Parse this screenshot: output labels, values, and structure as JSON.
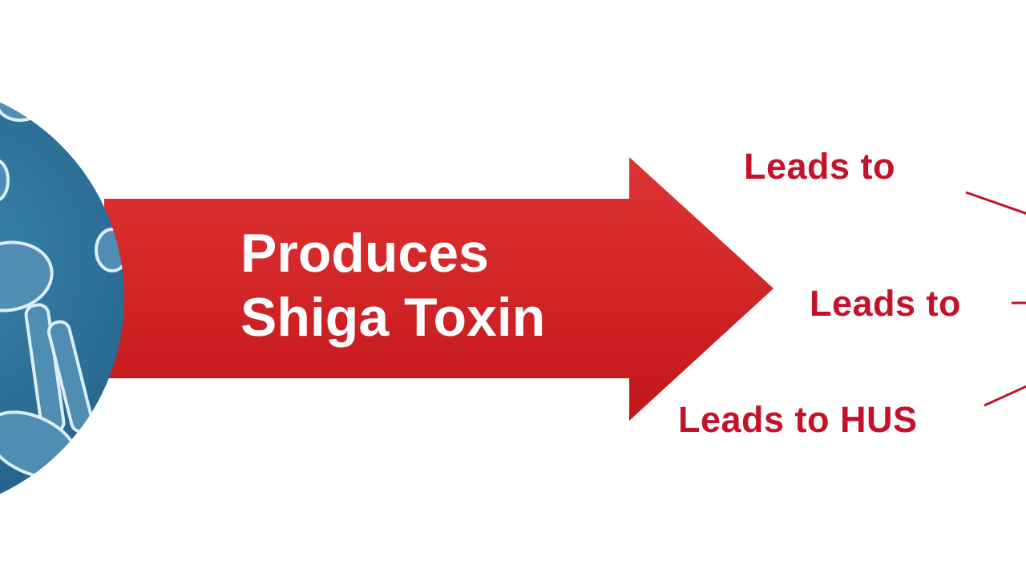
{
  "arrow": {
    "line1": "Produces",
    "line2": "Shiga Toxin",
    "color": "#d42a2a"
  },
  "outcomes": [
    {
      "label": "Leads to"
    },
    {
      "label": "Leads to"
    },
    {
      "label": "Leads to HUS"
    }
  ],
  "colors": {
    "text": "#c4122a",
    "bacteria_bg": "#2e6e94"
  }
}
